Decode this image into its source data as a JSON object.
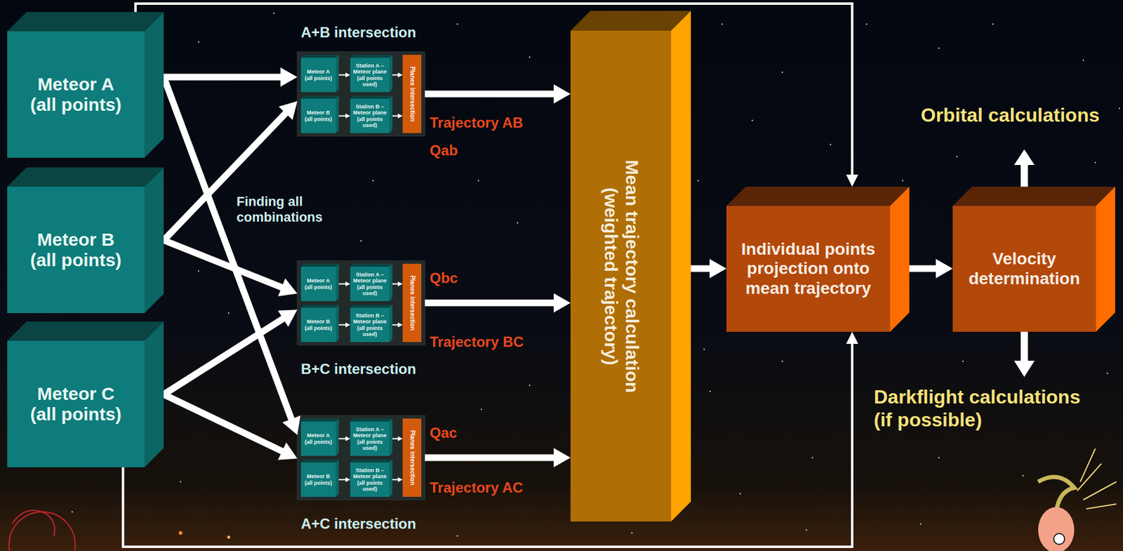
{
  "diagram": {
    "nodes": [
      {
        "text": [
          "Meteor A (all points)"
        ]
      },
      {
        "text": [
          "Meteor B (all points)"
        ]
      },
      {
        "text": [
          "Meteor C (all points)"
        ]
      },
      {
        "text": [
          "A+B intersection"
        ]
      },
      {
        "text": [
          "Meteor A (all points)"
        ],
        "in": 3
      },
      {
        "text": [
          "Station A – Meteor plane (all points used)"
        ],
        "in": 3
      },
      {
        "text": [
          "Planes intersection"
        ],
        "in": 3
      },
      {
        "text": [
          "Meteor B (all points)"
        ],
        "in": 3
      },
      {
        "text": [
          "Station B – Meteor plane (all points used)"
        ],
        "in": 3
      },
      {
        "text": [
          "B+C intersection"
        ]
      },
      {
        "text": [
          "Meteor A (all points)"
        ],
        "in": 9
      },
      {
        "text": [
          "Station A – Meteor plane (all points used)"
        ],
        "in": 9
      },
      {
        "text": [
          "Planes intersection"
        ],
        "in": 9
      },
      {
        "text": [
          "Meteor B (all points)"
        ],
        "in": 9
      },
      {
        "text": [
          "Station B – Meteor plane (all points used)"
        ],
        "in": 9
      },
      {
        "text": [
          "A+C intersection"
        ]
      },
      {
        "text": [
          "Meteor A (all points)"
        ],
        "in": 15
      },
      {
        "text": [
          "Station A – Meteor plane (all points used)"
        ],
        "in": 15
      },
      {
        "text": [
          "Planes intersection"
        ],
        "in": 15
      },
      {
        "text": [
          "Meteor B (all points)"
        ],
        "in": 15
      },
      {
        "text": [
          "Station B – Meteor plane (all points used)"
        ],
        "in": 15
      },
      {
        "text": [
          "Mean trajectory calculation (weighted trajectory)"
        ]
      },
      {
        "text": [
          "Individual points projection onto mean trajectory"
        ]
      },
      {
        "text": [
          "Velocity determination"
        ]
      }
    ],
    "edges": [
      {
        "from": 0,
        "to": 3,
        "arrow": "to"
      },
      {
        "from": 0,
        "to": 15,
        "arrow": "to"
      },
      {
        "from": 1,
        "to": 3,
        "arrow": "to"
      },
      {
        "from": 1,
        "to": 9,
        "arrow": "to"
      },
      {
        "from": 2,
        "to": 9,
        "arrow": "to"
      },
      {
        "from": 2,
        "to": 15,
        "arrow": "to"
      },
      {
        "from": 4,
        "to": 5,
        "arrow": "to"
      },
      {
        "from": 5,
        "to": 6,
        "arrow": "to"
      },
      {
        "from": 7,
        "to": 8,
        "arrow": "to"
      },
      {
        "from": 8,
        "to": 6,
        "arrow": "to"
      },
      {
        "from": 10,
        "to": 11,
        "arrow": "to"
      },
      {
        "from": 11,
        "to": 12,
        "arrow": "to"
      },
      {
        "from": 13,
        "to": 14,
        "arrow": "to"
      },
      {
        "from": 14,
        "to": 12,
        "arrow": "to"
      },
      {
        "from": 16,
        "to": 17,
        "arrow": "to"
      },
      {
        "from": 17,
        "to": 18,
        "arrow": "to"
      },
      {
        "from": 19,
        "to": 20,
        "arrow": "to"
      },
      {
        "from": 20,
        "to": 18,
        "arrow": "to"
      },
      {
        "from": 3,
        "to": 21,
        "arrow": "to"
      },
      {
        "from": 9,
        "to": 21,
        "arrow": "to"
      },
      {
        "from": 15,
        "to": 21,
        "arrow": "to"
      },
      {
        "from": 0,
        "to": 22,
        "arrow": "to"
      },
      {
        "from": 2,
        "to": 22,
        "arrow": "to"
      },
      {
        "from": 21,
        "to": 22,
        "arrow": "to"
      },
      {
        "from": 22,
        "to": 23,
        "arrow": "to"
      }
    ],
    "labels": [
      "Finding all combinations",
      "Trajectory AB",
      "Qab",
      "Qbc",
      "Trajectory BC",
      "Qac",
      "Trajectory AC",
      "Orbital calculations",
      "Darkflight calculations (if possible)"
    ]
  }
}
